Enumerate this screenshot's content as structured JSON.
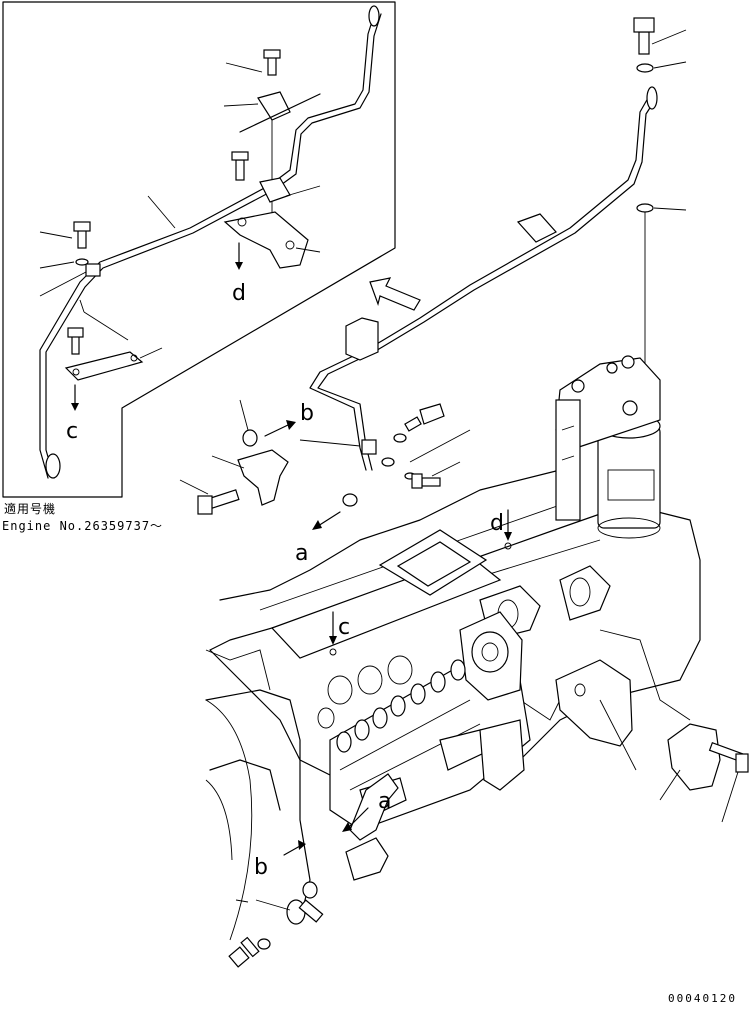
{
  "inset": {
    "note_line1": "適用号機",
    "note_line2": "Engine No.26359737～"
  },
  "callouts": {
    "a_main": "a",
    "b_main": "b",
    "c_main": "c",
    "d_main": "d",
    "a_lower": "a",
    "b_lower": "b",
    "c_inset": "c",
    "d_inset": "d"
  },
  "drawing_code": "00040120"
}
